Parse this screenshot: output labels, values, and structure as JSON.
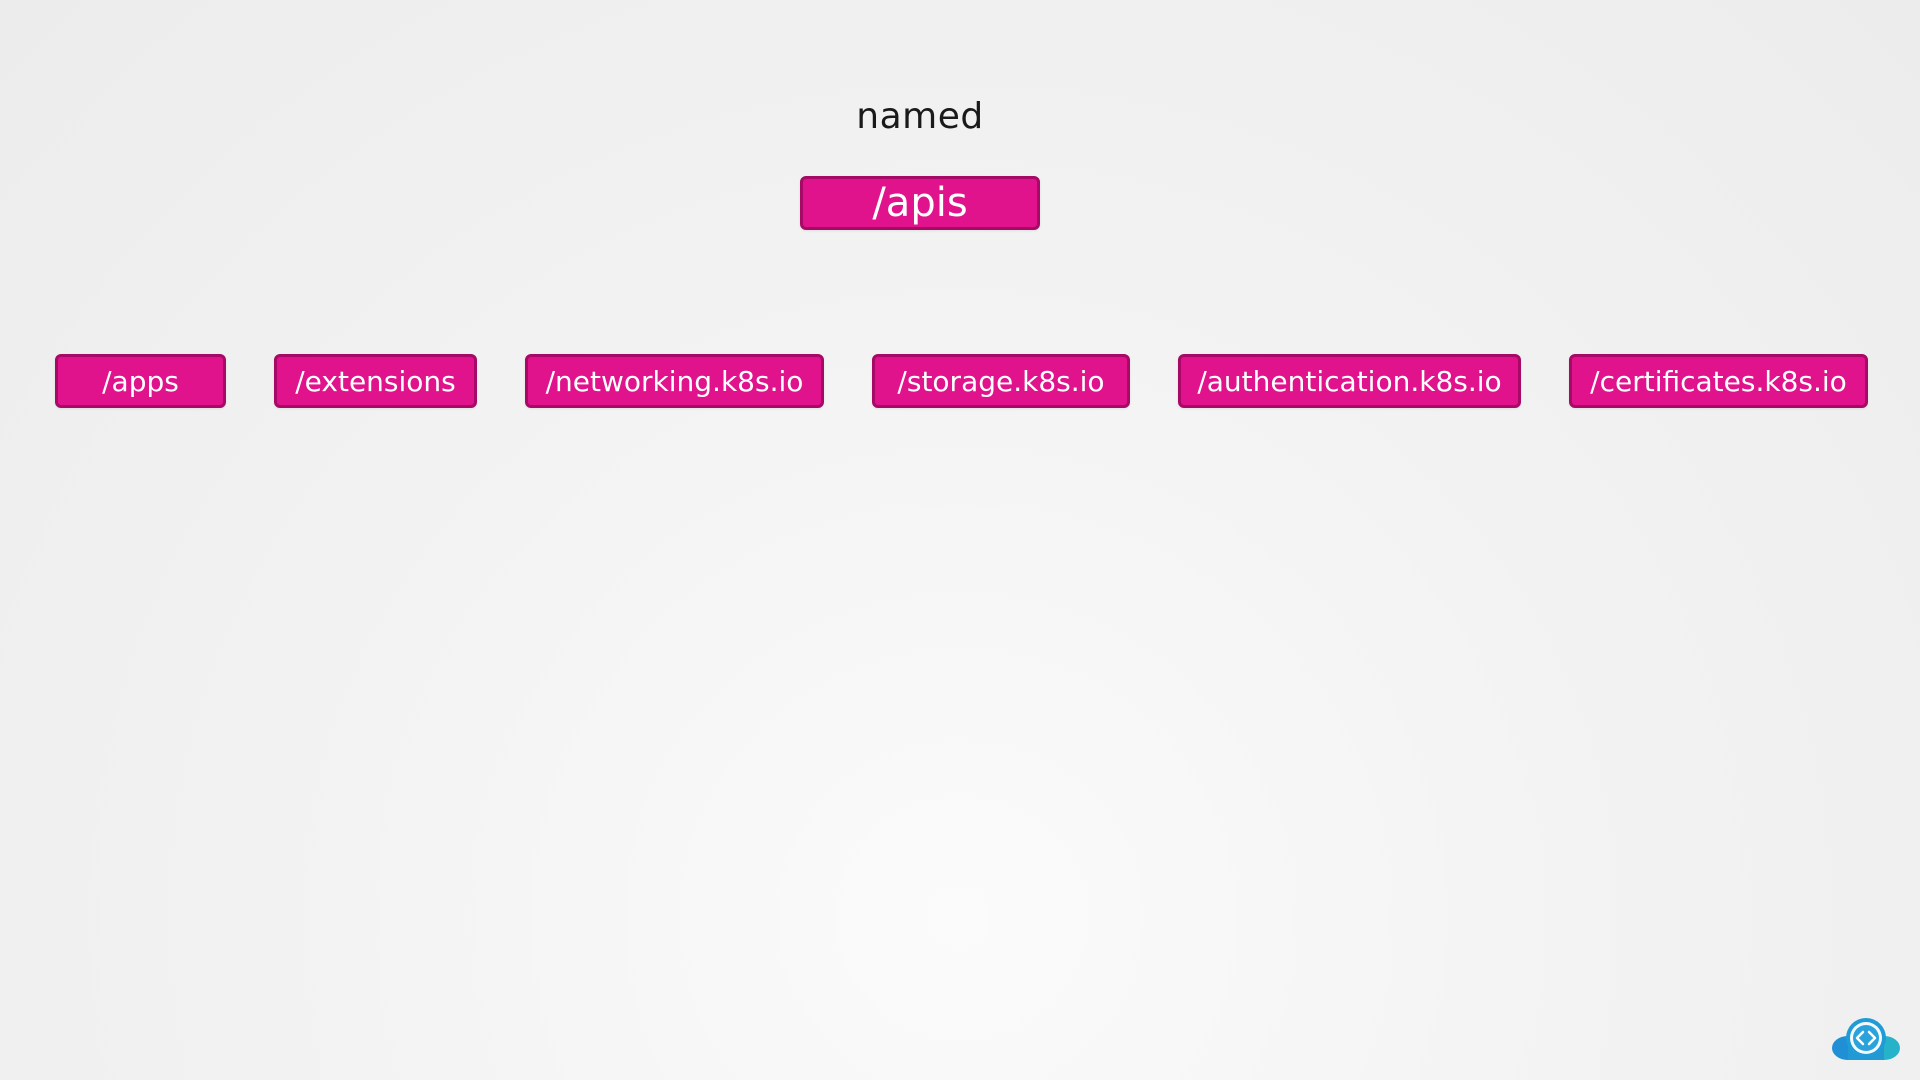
{
  "diagram": {
    "heading": "named",
    "root": {
      "label": "/apis"
    },
    "children": [
      {
        "label": "/apps"
      },
      {
        "label": "/extensions"
      },
      {
        "label": "/networking.k8s.io"
      },
      {
        "label": "/storage.k8s.io"
      },
      {
        "label": "/authentication.k8s.io"
      },
      {
        "label": "/certificates.k8s.io"
      }
    ]
  },
  "colors": {
    "node_fill": "#e0138c",
    "node_border": "#a60a66",
    "node_text": "#ffffff",
    "heading_text": "#1a1a1a"
  },
  "icons": {
    "corner_logo": "code-cloud-icon"
  }
}
